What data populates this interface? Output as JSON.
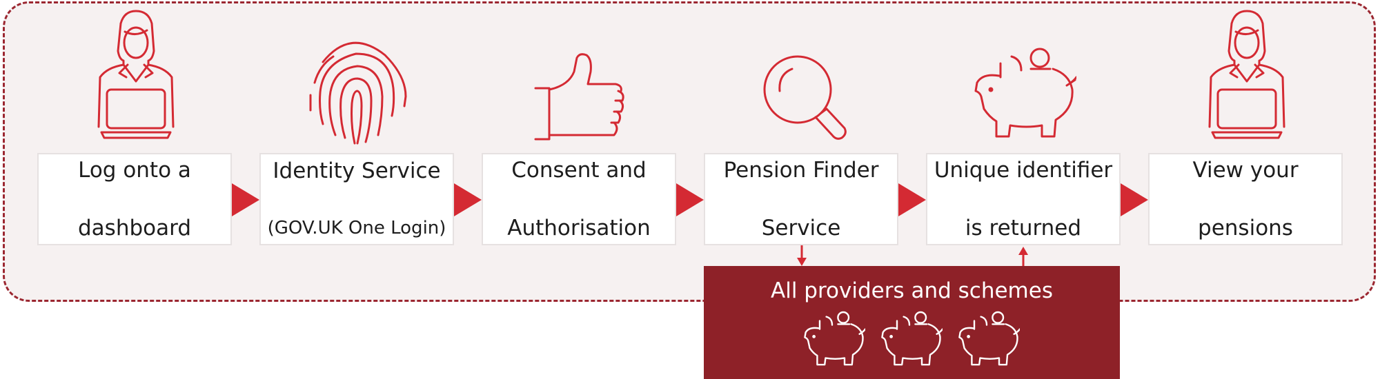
{
  "steps": [
    {
      "line1": "Log onto a",
      "line2": "dashboard",
      "icon": "person-laptop-icon"
    },
    {
      "line1": "Identity Service",
      "line2": "(GOV.UK One Login)",
      "icon": "fingerprint-icon"
    },
    {
      "line1": "Consent and",
      "line2": "Authorisation",
      "icon": "thumbs-up-icon"
    },
    {
      "line1": "Pension Finder",
      "line2": "Service",
      "icon": "magnifier-icon"
    },
    {
      "line1": "Unique identifier",
      "line2": "is returned",
      "icon": "piggy-bank-icon"
    },
    {
      "line1": "View your",
      "line2": "pensions",
      "icon": "person-laptop-icon"
    }
  ],
  "providers": {
    "title": "All providers and schemes",
    "icons": [
      "piggy-bank-icon",
      "piggy-bank-icon",
      "piggy-bank-icon"
    ]
  },
  "colors": {
    "accent": "#d42a33",
    "dark_red": "#8e2128",
    "border": "#9b2630",
    "background": "#f6f1f1"
  }
}
